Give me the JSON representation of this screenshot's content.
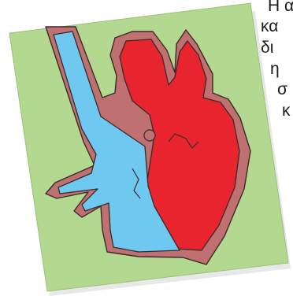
{
  "text_lines": [
    "Η α",
    "κα",
    "δι",
    "η",
    "σ",
    "κ"
  ],
  "colors": {
    "card": "#b3d890",
    "card_edge": "#8fb36d",
    "heart_wall": "#bf7070",
    "oxygenated": "#e8242e",
    "deoxygenated": "#6ec8f0",
    "outline": "#3a2a2a"
  }
}
